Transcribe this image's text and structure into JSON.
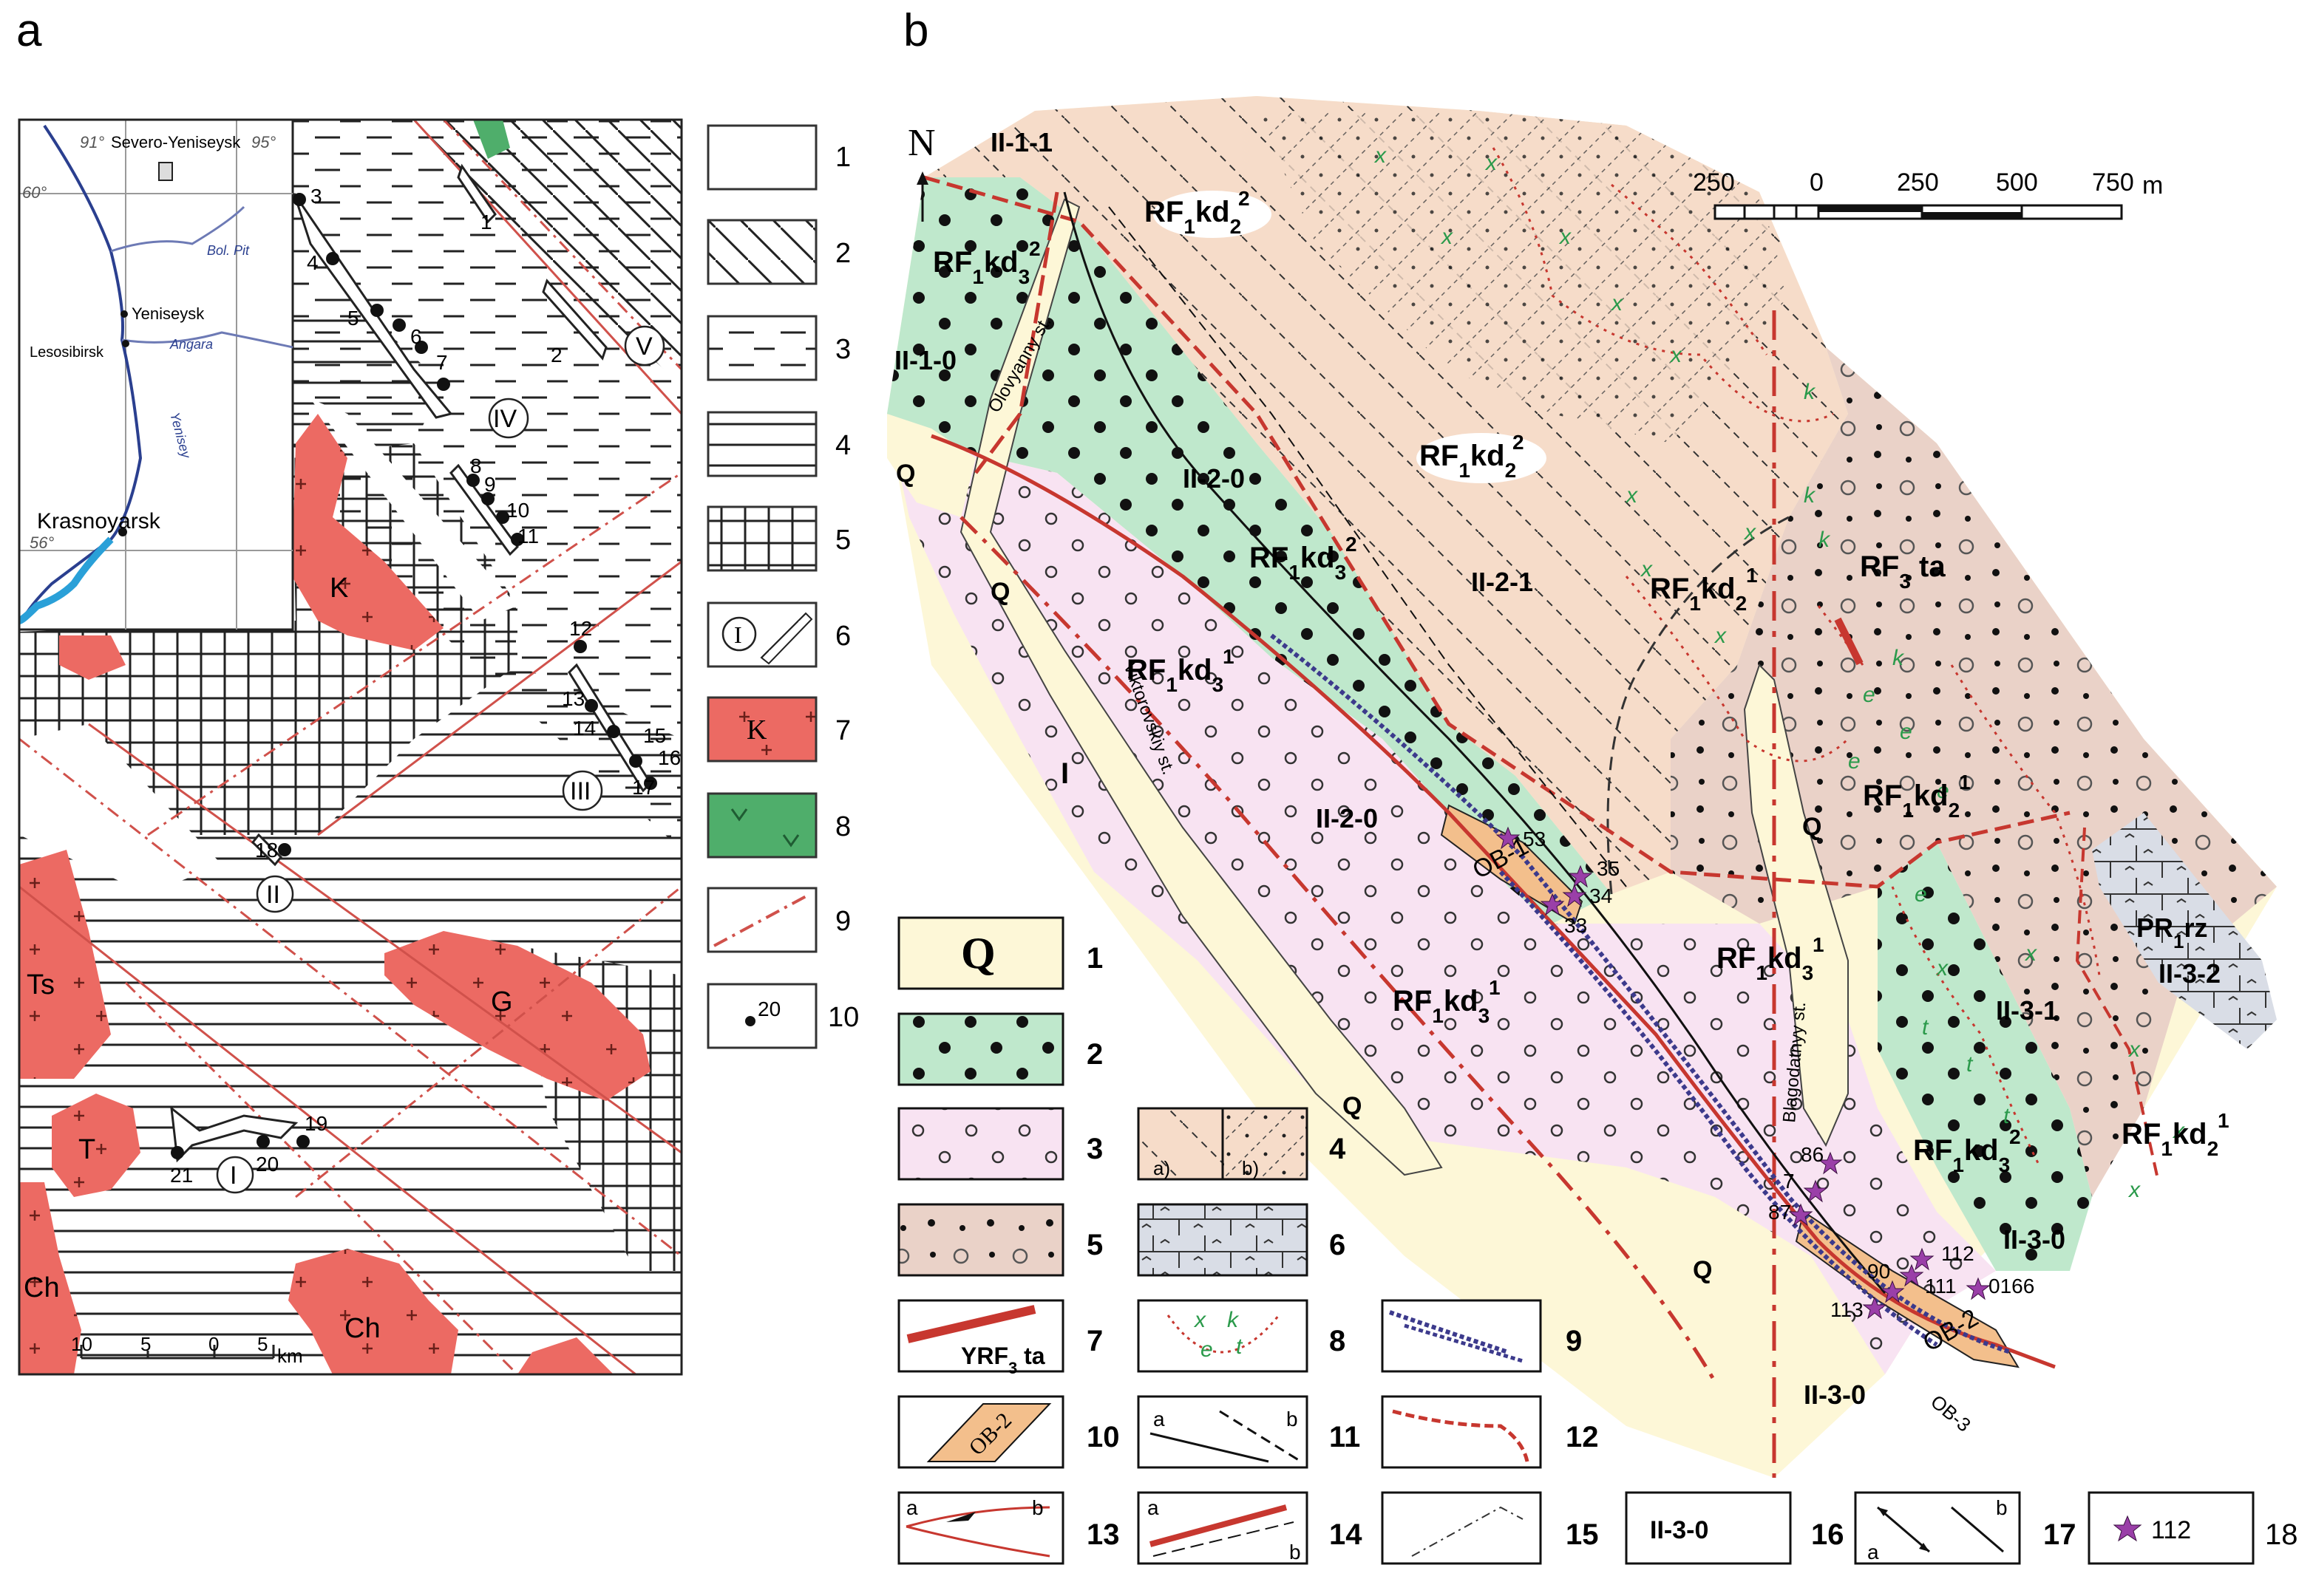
{
  "panels": {
    "a_label": "a",
    "b_label": "b"
  },
  "colors": {
    "intrusion_red": "#ec6a63",
    "volcanic_green": "#4fae6b",
    "quaternary": "#fdf7d7",
    "kd3_2_green": "#bfe8cc",
    "kd3_1_pink": "#f8e3f2",
    "kd2_beige": "#f6dcc9",
    "kd2_1_brown": "#ead2c8",
    "ore_body": "#f3bf8c",
    "fault_red": "#c7372f",
    "thrust_blue": "#3c3a8c",
    "river_blue": "#2a3f8f",
    "reservoir_blue": "#2aa0d8"
  },
  "map_a": {
    "inset": {
      "cities": [
        "Severo-Yeniseysk",
        "Yeniseysk",
        "Lesosibirsk",
        "Krasnoyarsk"
      ],
      "rivers": [
        "Bol. Pit",
        "Angara",
        "Yenisey"
      ],
      "grid": [
        "91°",
        "95°",
        "60°",
        "56°"
      ]
    },
    "intrusions": [
      "K",
      "Ts",
      "G",
      "T",
      "Ch",
      "Ch"
    ],
    "districts": [
      "I",
      "II",
      "III",
      "IV",
      "V"
    ],
    "deposits": [
      "1",
      "2",
      "3",
      "4",
      "5",
      "6",
      "7",
      "8",
      "9",
      "10",
      "11",
      "12",
      "13",
      "14",
      "15",
      "16",
      "17",
      "18",
      "19",
      "20",
      "21"
    ],
    "scale": {
      "ticks": [
        "10",
        "5",
        "0",
        "5"
      ],
      "unit": "km"
    },
    "legend": {
      "numbers": [
        "1",
        "2",
        "3",
        "4",
        "5",
        "6",
        "7",
        "8",
        "9",
        "10"
      ],
      "sample_K": "K",
      "sample_I": "I",
      "sample_20": "20"
    }
  },
  "map_b": {
    "north": "N",
    "scale": {
      "ticks": [
        "250",
        "0",
        "250",
        "500",
        "750"
      ],
      "unit": "m"
    },
    "units": {
      "kd": "RF",
      "q": "Q",
      "pr": "PR",
      "ta": "RF"
    },
    "zones": [
      "II-1-1",
      "II-1-0",
      "II-2-0",
      "II-2-1",
      "I",
      "II-2-0",
      "II-3-1",
      "II-3-2",
      "II-3-0",
      "II-3-0"
    ],
    "streams": [
      "Olovyanny st.",
      "Viktorovskiy st.",
      "Blagodatnyy st."
    ],
    "ore_bodies": [
      "OB-1",
      "OB-2",
      "OB-3"
    ],
    "samples": [
      "53",
      "35",
      "34",
      "33",
      "86",
      "7",
      "87",
      "112",
      "90",
      "111",
      "0166",
      "113"
    ],
    "legend": {
      "numbers": [
        "1",
        "2",
        "3",
        "4",
        "5",
        "6",
        "7",
        "8",
        "9",
        "10",
        "11",
        "12",
        "13",
        "14",
        "15",
        "16",
        "17",
        "18"
      ],
      "q": "Q",
      "ob2": "OB-2",
      "zone": "II-3-0",
      "sample": "112",
      "ta": "RF",
      "ab": {
        "a": "a",
        "b": "b",
        "a_paren": "a)",
        "b_paren": "b)"
      },
      "alteration": [
        "x",
        "k",
        "e",
        "t"
      ]
    }
  }
}
